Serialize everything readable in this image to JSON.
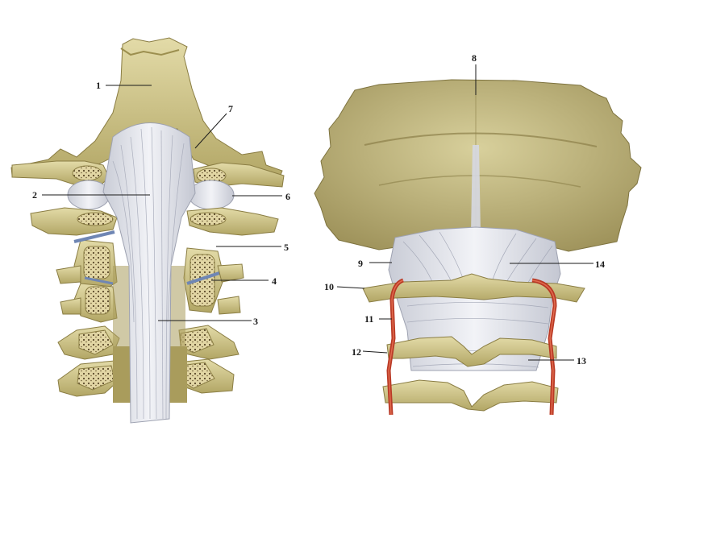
{
  "labels": {
    "l1": "1",
    "l2": "2",
    "l3": "3",
    "l4": "4",
    "l5": "5",
    "l6": "6",
    "l7": "7",
    "l8": "8",
    "l9": "9",
    "l10": "10",
    "l11": "11",
    "l12": "12",
    "l13": "13",
    "l14": "14"
  },
  "colors": {
    "bone": "#d9cf99",
    "bone_dark": "#a99c5c",
    "ligament": "#e7e8ee",
    "ligament_shade": "#b9bcc8",
    "cancellous": "#cfbf8a",
    "artery": "#c8412b",
    "disc": "#6f86b4"
  }
}
